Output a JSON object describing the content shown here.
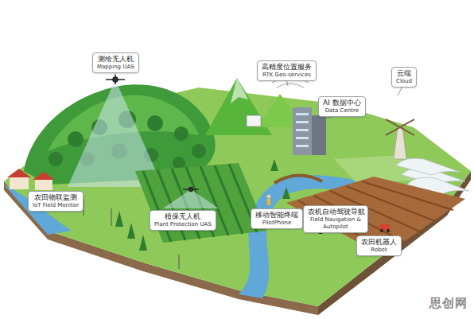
{
  "diagram": {
    "nodes": [
      {
        "text": [
          "测绘无人机",
          "Mapping UAS"
        ]
      },
      {
        "text": [
          "高精度位置服务",
          "RTK Geo-services"
        ]
      },
      {
        "text": [
          "云端",
          "Cloud"
        ]
      },
      {
        "text": [
          "AI 数据中心",
          "Data Centre"
        ]
      },
      {
        "text": [
          "农田物联监测",
          "IoT Field Monitor"
        ]
      },
      {
        "text": [
          "植保无人机",
          "Plant Protection UAS"
        ]
      },
      {
        "text": [
          "移动智能终端",
          "PilotPhone"
        ]
      },
      {
        "text": [
          "农机自动驾驶导航",
          "Field Navigation & Autopilot"
        ]
      },
      {
        "text": [
          "农田机器人",
          "Robot"
        ]
      }
    ],
    "labels": [
      "思创网"
    ]
  }
}
